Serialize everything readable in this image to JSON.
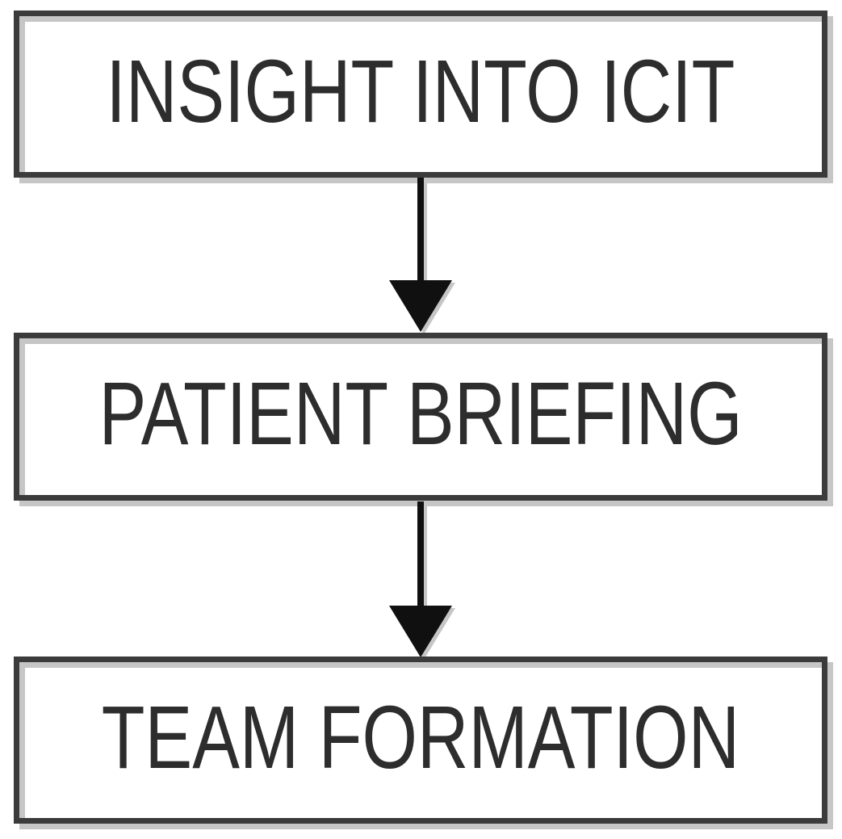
{
  "diagram": {
    "type": "flowchart",
    "direction": "top-down",
    "colors": {
      "bg": "#ffffff",
      "node_fill": "#ffffff",
      "box_border": "#3b3b3b",
      "shadow": "#c6c6c6",
      "text": "#2d2d2d",
      "arrow": "#101010"
    },
    "nodes": [
      {
        "id": "insight-into-icit",
        "label": "INSIGHT INTO ICIT"
      },
      {
        "id": "patient-briefing",
        "label": "PATIENT BRIEFING"
      },
      {
        "id": "team-formation",
        "label": "TEAM FORMATION"
      }
    ],
    "connectors": [
      {
        "from": "insight-into-icit",
        "to": "patient-briefing",
        "style": "arrow-down"
      },
      {
        "from": "patient-briefing",
        "to": "team-formation",
        "style": "arrow-down"
      }
    ]
  }
}
